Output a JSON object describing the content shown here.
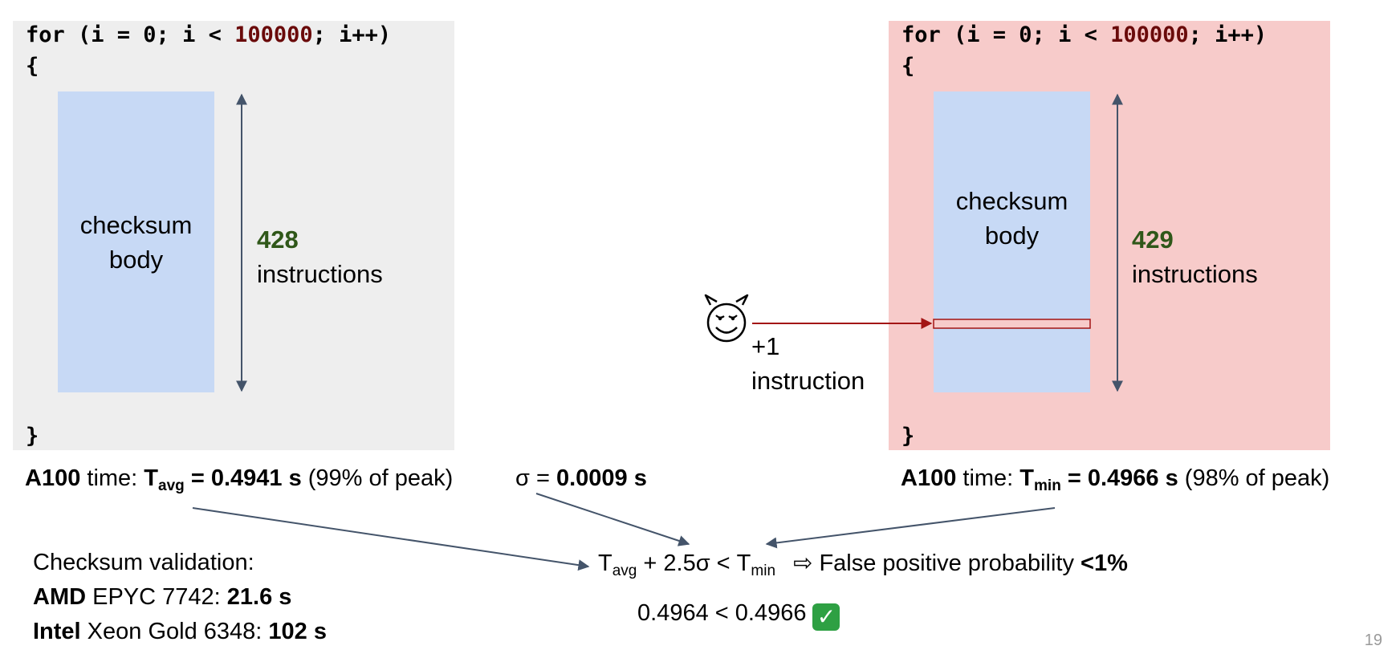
{
  "left_panel": {
    "loop_header": "for (i = 0; i < 100000; i++)",
    "loop_header_pre": "for (i = 0; i < ",
    "loop_count": "100000",
    "loop_header_post": "; i++)",
    "open_brace": "{",
    "close_brace": "}",
    "body_line1": "checksum",
    "body_line2": "body",
    "instruction_count": "428",
    "instruction_label": "instructions"
  },
  "right_panel": {
    "loop_header_pre": "for (i = 0; i < ",
    "loop_count": "100000",
    "loop_header_post": "; i++)",
    "open_brace": "{",
    "close_brace": "}",
    "body_line1": "checksum",
    "body_line2": "body",
    "instruction_count": "429",
    "instruction_label": "instructions"
  },
  "injection": {
    "icon": "smiling-devil-icon",
    "line1": "+1",
    "line2": "instruction"
  },
  "left_timing": {
    "gpu": "A100",
    "time_label": " time: ",
    "t": "T",
    "t_sub": "avg",
    "value": " = 0.4941 s",
    "peak": " (99% of peak)",
    "sigma_label": "σ = ",
    "sigma_value": "0.0009 s"
  },
  "right_timing": {
    "gpu": "A100",
    "time_label": " time: ",
    "t": "T",
    "t_sub": "min",
    "value": " = 0.4966 s",
    "peak": " (98% of peak)"
  },
  "formula": {
    "t_avg": "T",
    "t_avg_sub": "avg",
    "mid": " + 2.5σ < ",
    "t_min": "T",
    "t_min_sub": "min",
    "arrow": "⇨",
    "conclusion": " False positive probability ",
    "probability": "<1%",
    "result": "0.4964 < 0.4966",
    "check": "✓"
  },
  "validation": {
    "title": "Checksum validation:",
    "amd_vendor": "AMD",
    "amd_model": " EPYC 7742: ",
    "amd_time": "21.6 s",
    "intel_vendor": "Intel",
    "intel_model": " Xeon Gold 6348: ",
    "intel_time": "102 s"
  },
  "slide_number": "19",
  "colors": {
    "left_panel_bg": "#eeeeee",
    "right_panel_bg": "#f7cbca",
    "body_box": "#c7d9f5",
    "count_green": "#2f5719",
    "loop_count_red": "#6a0a0a",
    "arrow_slate": "#44546a",
    "injection_red": "#a31515"
  }
}
